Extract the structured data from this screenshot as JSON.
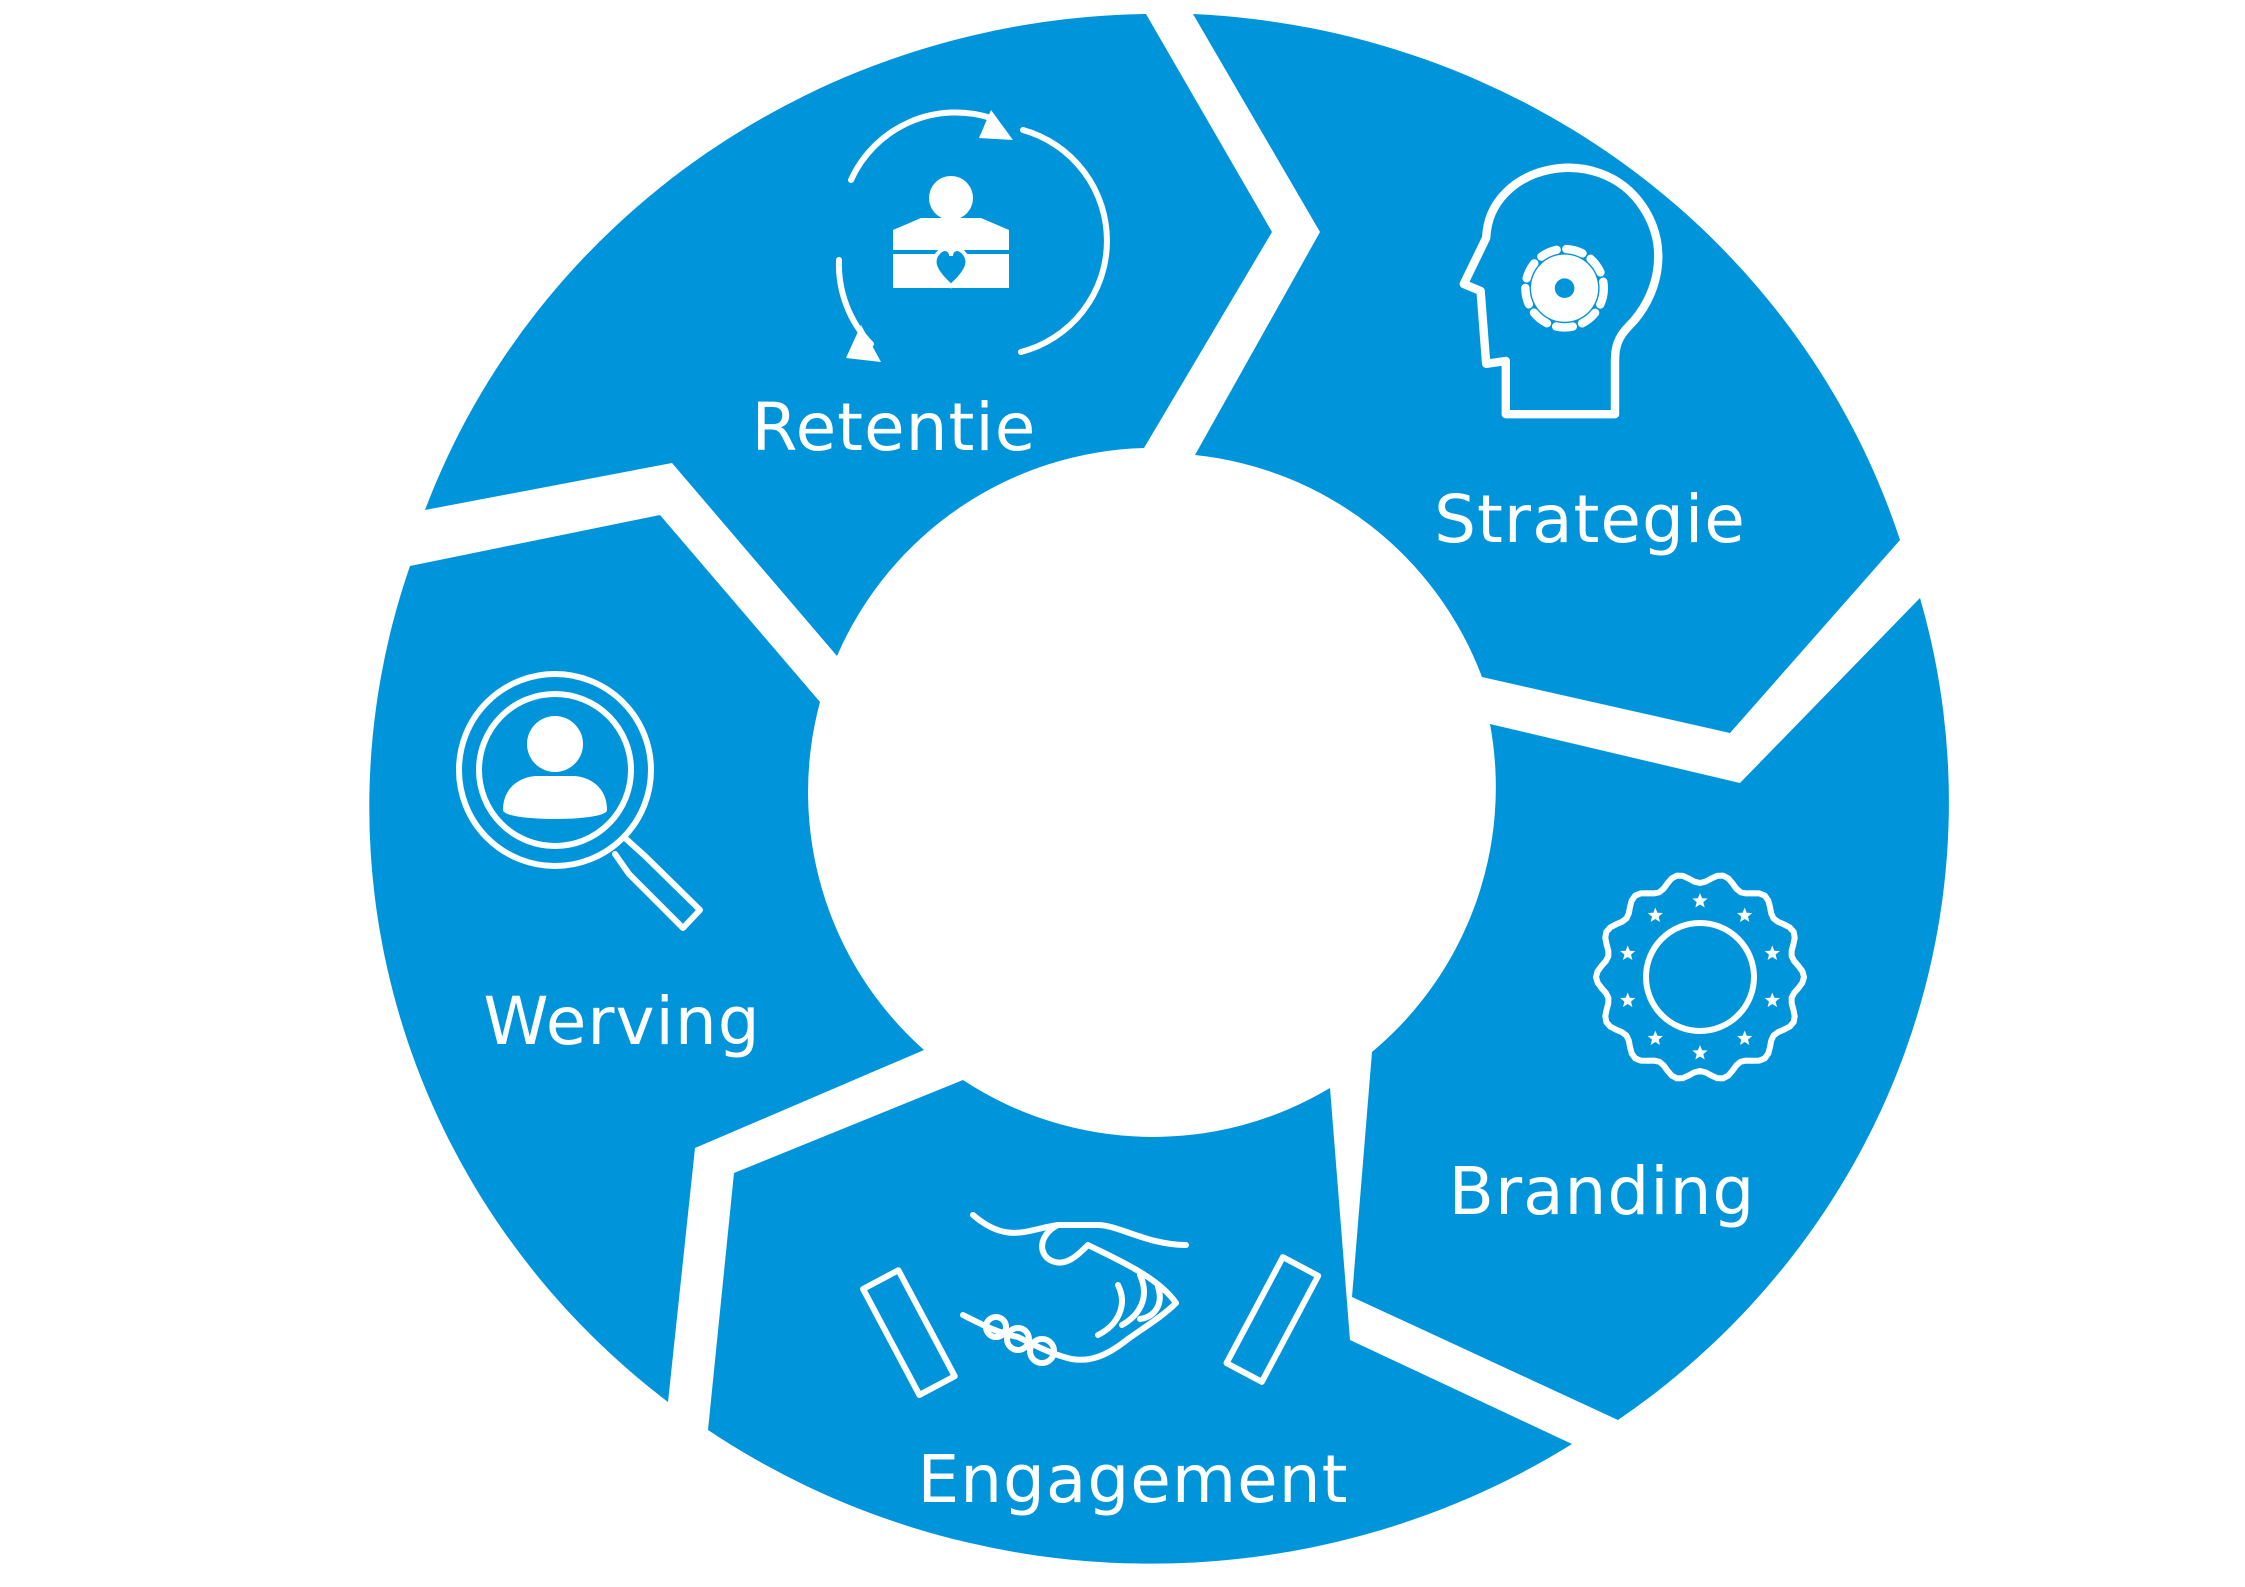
{
  "colors": {
    "accent": "#0095DA",
    "background": "#FFFFFF"
  },
  "diagram": {
    "type": "cycle",
    "segments": [
      {
        "id": "strategie",
        "label": "Strategie",
        "icon": "head-gear-icon"
      },
      {
        "id": "branding",
        "label": "Branding",
        "icon": "badge-stars-icon"
      },
      {
        "id": "engagement",
        "label": "Engagement",
        "icon": "handshake-icon"
      },
      {
        "id": "werving",
        "label": "Werving",
        "icon": "person-search-icon"
      },
      {
        "id": "retentie",
        "label": "Retentie",
        "icon": "person-heart-cycle-icon"
      }
    ]
  }
}
